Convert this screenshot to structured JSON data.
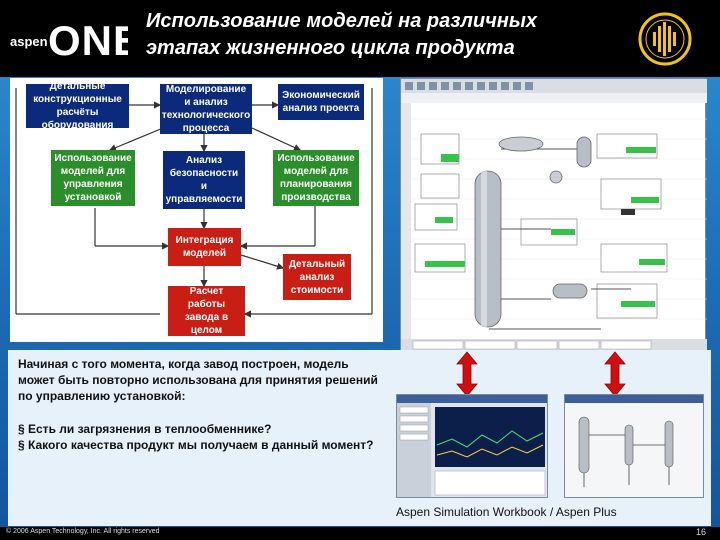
{
  "header": {
    "logo_small": "aspen",
    "logo_large": "ONE",
    "title_line1": "Использование моделей на различных",
    "title_line2": "этапах жизненного цикла продукта"
  },
  "diagram": {
    "boxes": [
      {
        "id": "b1",
        "text": "Детальные конструкционные расчёты оборудования",
        "color": "navy"
      },
      {
        "id": "b2",
        "text": "Моделирование и анализ технологического процесса",
        "color": "navy"
      },
      {
        "id": "b3",
        "text": "Экономический анализ проекта",
        "color": "navy"
      },
      {
        "id": "b4",
        "text": "Использование моделей для управления установкой",
        "color": "green"
      },
      {
        "id": "b5",
        "text": "Анализ безопасности и управляемости",
        "color": "navy"
      },
      {
        "id": "b6",
        "text": "Использование моделей для планирования производства",
        "color": "green"
      },
      {
        "id": "b7",
        "text": "Интеграция моделей",
        "color": "red"
      },
      {
        "id": "b8",
        "text": "Детальный анализ стоимости",
        "color": "red"
      },
      {
        "id": "b9",
        "text": "Расчет работы завода в целом",
        "color": "red"
      }
    ]
  },
  "info": {
    "intro": "Начиная с того момента, когда завод построен, модель может быть повторно использована для принятия решений по управлению установкой:",
    "bullets": [
      "§ Есть ли загрязнения в теплообменнике?",
      "§ Какого качества продукт мы получаем в данный момент?"
    ],
    "caption": "Aspen Simulation Workbook / Aspen Plus"
  },
  "footer": {
    "copyright": "© 2006 Aspen Technology, Inc. All rights reserved",
    "page": "16"
  },
  "colors": {
    "navy": "#0c2a7c",
    "green": "#2a8f2a",
    "red": "#c81e14",
    "arrow": "#d01010"
  }
}
